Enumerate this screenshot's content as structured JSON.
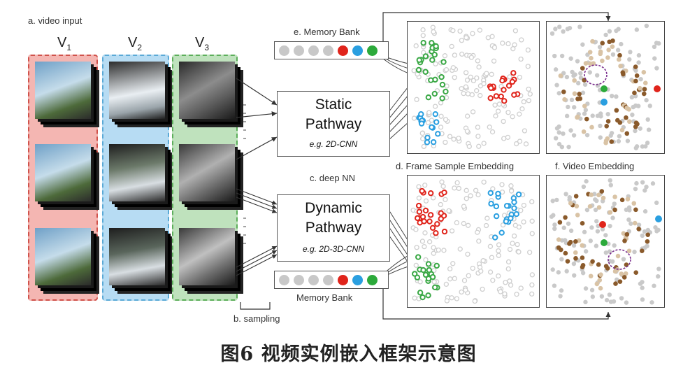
{
  "labels": {
    "video_input": "a. video input",
    "sampling": "b. sampling",
    "deep_nn": "c. deep NN",
    "frame_sample_embedding": "d. Frame Sample Embedding",
    "memory_bank_top": "e. Memory Bank",
    "memory_bank_bottom": "Memory Bank",
    "video_embedding": "f. Video Embedding"
  },
  "videos": [
    {
      "letter": "V",
      "index": "1",
      "color": "#f4b6b2",
      "border": "#d0524b"
    },
    {
      "letter": "V",
      "index": "2",
      "color": "#b7dcf3",
      "border": "#5aa9d6"
    },
    {
      "letter": "V",
      "index": "3",
      "color": "#bfe2bd",
      "border": "#5cae5a"
    }
  ],
  "static_pathway": {
    "title_line1": "Static",
    "title_line2": "Pathway",
    "example": "e.g. 2D-CNN"
  },
  "dynamic_pathway": {
    "title_line1": "Dynamic",
    "title_line2": "Pathway",
    "example": "e.g. 2D-3D-CNN"
  },
  "memory_bank_colors": [
    "#c8c8c8",
    "#c8c8c8",
    "#c8c8c8",
    "#c8c8c8",
    "#e0241b",
    "#2a9fe0",
    "#2caa3b"
  ],
  "figure_caption": "图6   视频实例嵌入框架示意图"
}
